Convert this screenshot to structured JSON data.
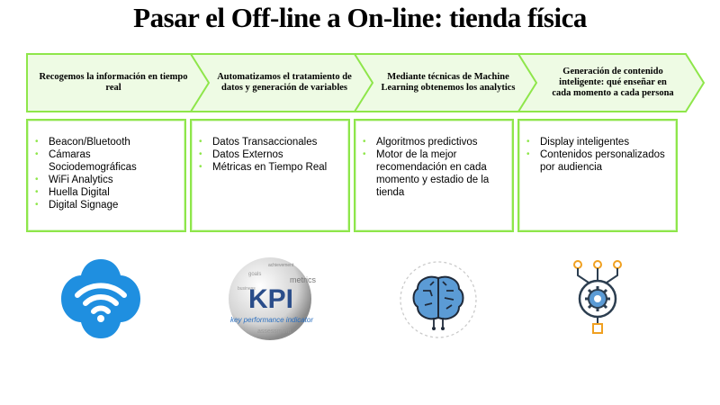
{
  "title": "Pasar el Off-line a On-line: tienda física",
  "steps": [
    {
      "label": "Recogemos la información en tiempo real",
      "items": [
        "Beacon/Bluetooth",
        "Cámaras Sociodemográficas",
        "WiFi Analytics",
        "Huella Digital",
        "Digital Signage"
      ]
    },
    {
      "label": "Automatizamos el tratamiento de datos y generación de variables",
      "items": [
        "Datos Transaccionales",
        "Datos Externos",
        "Métricas en Tiempo Real"
      ]
    },
    {
      "label": "Mediante técnicas de Machine Learning obtenemos los analytics",
      "items": [
        "Algoritmos predictivos",
        "Motor de la mejor recomendación en cada momento y estadio de la tienda"
      ]
    },
    {
      "label": "Generación de contenido inteligente: qué enseñar en cada momento a cada persona",
      "items": [
        "Display inteligentes",
        "Contenidos personalizados por audiencia"
      ]
    }
  ],
  "kpi_image": {
    "main": "KPI",
    "words": [
      "achievement",
      "metrics",
      "goals",
      "business",
      "key performance indicator",
      "assessment"
    ]
  },
  "icons": [
    "wifi-icon",
    "kpi-sphere-icon",
    "brain-icon",
    "gear-network-icon"
  ],
  "colors": {
    "accent": "#8ee64a",
    "chevron_fill": "#eefbe4",
    "wifi_blue": "#1f8fe0",
    "brain_blue": "#5b9bd5",
    "gear_orange": "#f0a020"
  }
}
